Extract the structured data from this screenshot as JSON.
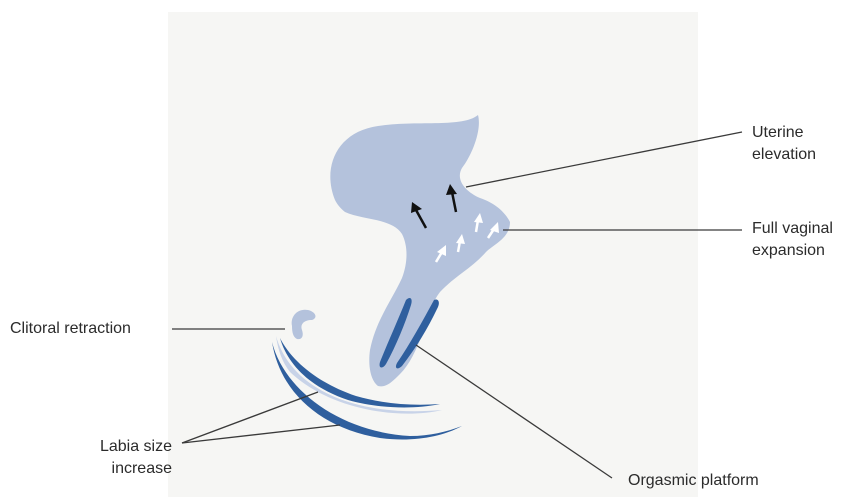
{
  "labels": {
    "uterine_elevation": "Uterine\nelevation",
    "full_vaginal_expansion": "Full vaginal\nexpansion",
    "clitoral_retraction": "Clitoral retraction",
    "labia_size_increase": "Labia size\nincrease",
    "orgasmic_platform": "Orgasmic platform"
  },
  "colors": {
    "panel_background": "#f6f6f4",
    "organ_fill": "#b4c2dc",
    "platform_blue": "#2f5f9e",
    "label_text": "#2b2b2b",
    "leader_line": "#3a3a3a",
    "elevation_arrow": "#111111",
    "expansion_arrow": "#ffffff"
  }
}
